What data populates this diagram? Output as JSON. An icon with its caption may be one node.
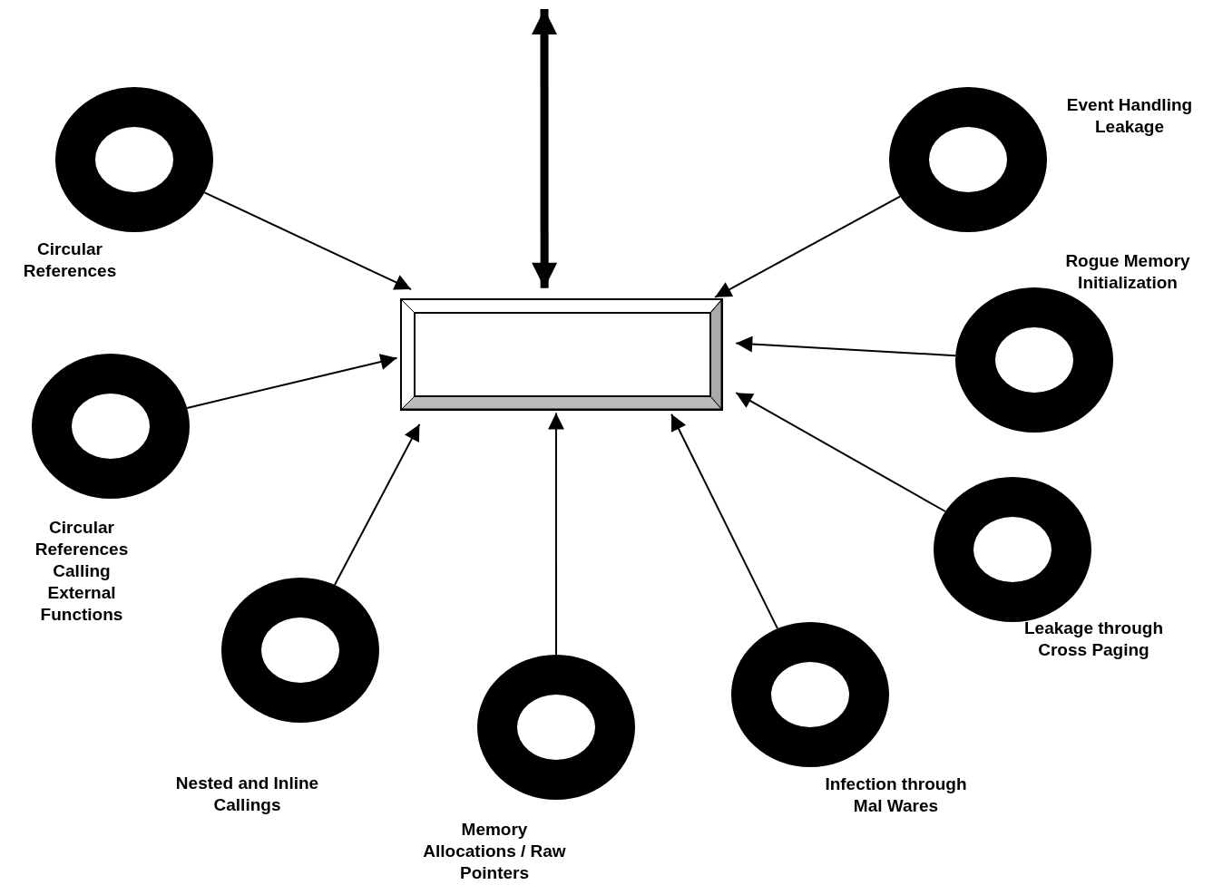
{
  "diagram": {
    "nodes": [
      {
        "text": [],
        "shape": "box"
      },
      {
        "text": [],
        "shape": "circle",
        "beside": [
          "Circular References"
        ]
      },
      {
        "text": [],
        "shape": "circle",
        "beside": [
          "Event Handling Leakage"
        ]
      },
      {
        "text": [],
        "shape": "circle",
        "beside": [
          "Rogue Memory Initialization"
        ]
      },
      {
        "text": [],
        "shape": "circle",
        "beside": [
          "Circular References Calling External Functions"
        ]
      },
      {
        "text": [],
        "shape": "circle",
        "beside": [
          "Leakage through Cross Paging"
        ]
      },
      {
        "text": [],
        "shape": "circle",
        "beside": [
          "Nested and Inline Callings"
        ]
      },
      {
        "text": [],
        "shape": "circle",
        "beside": [
          "Infection through Mal Wares"
        ]
      },
      {
        "text": [],
        "shape": "circle",
        "beside": [
          "Memory Allocations / Raw Pointers"
        ]
      }
    ],
    "edges": [
      {
        "from": null,
        "to": 0,
        "arrow": "both",
        "style": "thick"
      },
      {
        "from": 1,
        "to": 0,
        "arrow": "to"
      },
      {
        "from": 2,
        "to": 0,
        "arrow": "to"
      },
      {
        "from": 3,
        "to": 0,
        "arrow": "to"
      },
      {
        "from": 4,
        "to": 0,
        "arrow": "to"
      },
      {
        "from": 5,
        "to": 0,
        "arrow": "to"
      },
      {
        "from": 6,
        "to": 0,
        "arrow": "to"
      },
      {
        "from": 7,
        "to": 0,
        "arrow": "to"
      },
      {
        "from": 8,
        "to": 0,
        "arrow": "to"
      }
    ]
  }
}
